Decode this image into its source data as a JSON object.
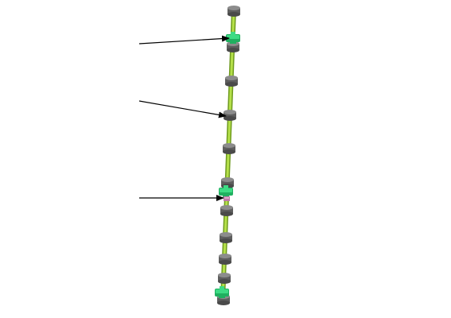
{
  "diagram": {
    "colors": {
      "background": "#ffffff",
      "shaft": "#9acd32",
      "shaft_edge": "#6e9a1e",
      "disc": "#6a6a6a",
      "disc_top": "#8c8c8c",
      "disc_edge": "#4a4a4a",
      "bearing": "#3ddc84",
      "bearing_dark": "#20b060",
      "coupling": "#c07aa8",
      "arrow": "#000000"
    },
    "components": {
      "disc_count": 11,
      "bearing_count": 3,
      "coupling_count": 1
    },
    "callouts": [
      {
        "target": "upper-bearing",
        "label": ""
      },
      {
        "target": "middle-disc",
        "label": ""
      },
      {
        "target": "lower-bearing-coupling",
        "label": ""
      }
    ]
  }
}
